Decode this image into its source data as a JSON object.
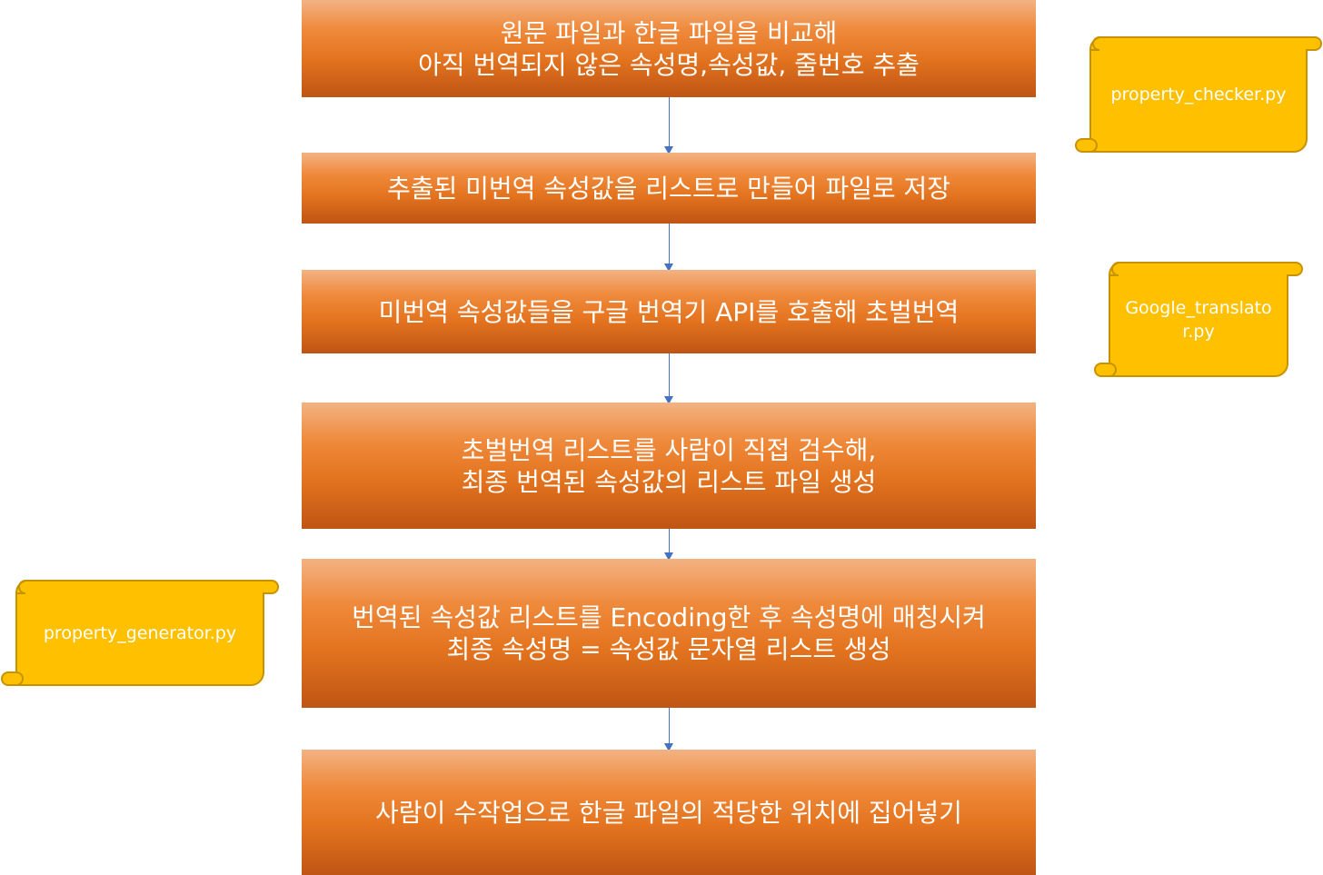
{
  "steps": [
    {
      "line1": "원문 파일과 한글 파일을 비교해",
      "line2": "아직 번역되지 않은 속성명,속성값, 줄번호 추출"
    },
    {
      "line1": "추출된 미번역 속성값을 리스트로 만들어 파일로 저장"
    },
    {
      "line1": "미번역 속성값들을 구글 번역기 API를 호출해 초벌번역"
    },
    {
      "line1": "초벌번역 리스트를 사람이 직접 검수해,",
      "line2": "최종 번역된 속성값의 리스트 파일 생성"
    },
    {
      "line1": "번역된 속성값 리스트를 Encoding한 후 속성명에 매칭시켜",
      "line2": "최종 속성명 = 속성값 문자열 리스트 생성"
    },
    {
      "line1": "사람이 수작업으로 한글 파일의 적당한 위치에 집어넣기"
    }
  ],
  "scripts": [
    {
      "line1": "property_checker.py"
    },
    {
      "line1": "Google_translato",
      "line2": "r.py"
    },
    {
      "line1": "property_generator.py"
    }
  ],
  "colors": {
    "step_fill": "#e4741f",
    "scroll_fill": "#ffc000",
    "scroll_stroke": "#c69200",
    "arrow": "#4472c4"
  }
}
